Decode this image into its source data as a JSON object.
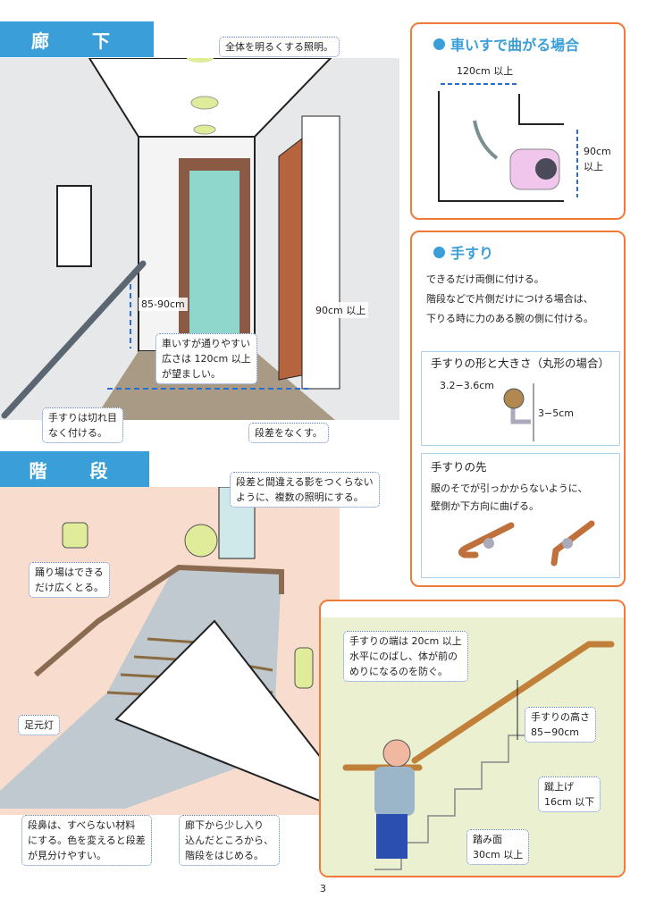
{
  "hallway": {
    "heading": "廊　下",
    "callouts": {
      "lighting": "全体を明るくする照明。",
      "rail_height": "85-90cm",
      "door_width": "90cm 以上",
      "width_line1": "車いすが通りやすい",
      "width_line2": "広さは 120cm 以上",
      "width_line3": "が望ましい。",
      "rail_line1": "手すりは切れ目",
      "rail_line2": "なく付ける。",
      "no_step": "段差をなくす。"
    }
  },
  "wheelchair_box": {
    "title": "車いすで曲がる場合",
    "width_label": "120cm 以上",
    "depth_line1": "90cm",
    "depth_line2": "以上"
  },
  "handrail_box": {
    "title": "手すり",
    "text_lines": [
      "できるだけ両側に付ける。",
      "階段などで片側だけにつける場合は、",
      "下りる時に力のある腕の側に付ける。"
    ],
    "shape": {
      "title": "手すりの形と大きさ（丸形の場合）",
      "diameter": "3.2−3.6cm",
      "gap": "3−5cm"
    },
    "end": {
      "title": "手すりの先",
      "line1": "服のそでが引っかからないように、",
      "line2": "壁側か下方向に曲げる。"
    }
  },
  "stairs": {
    "heading": "階　段",
    "callouts": {
      "shadow_line1": "段差と間違える影をつくらない",
      "shadow_line2": "ように、複数の照明にする。",
      "landing_line1": "踊り場はできる",
      "landing_line2": "だけ広くとる。",
      "footlight": "足元灯",
      "nosing_line1": "段鼻は、すべらない材料",
      "nosing_line2": "にする。色を変えると段差",
      "nosing_line3": "が見分けやすい。",
      "start_line1": "廊下から少し入り",
      "start_line2": "込んだところから、",
      "start_line3": "階段をはじめる。"
    }
  },
  "stair_rail_box": {
    "end_line1": "手すりの端は 20cm 以上",
    "end_line2": "水平にのばし、体が前の",
    "end_line3": "めりになるのを防ぐ。",
    "height_title": "手すりの高さ",
    "height_value": "85−90cm",
    "riser_title": "蹴上げ",
    "riser_value": "16cm 以下",
    "tread_title": "踏み面",
    "tread_value": "30cm 以上"
  },
  "page_number": "3",
  "colors": {
    "accent_blue": "#3a9fd8",
    "box_orange": "#f07a3a",
    "inner_blue": "#a8d4ee"
  }
}
